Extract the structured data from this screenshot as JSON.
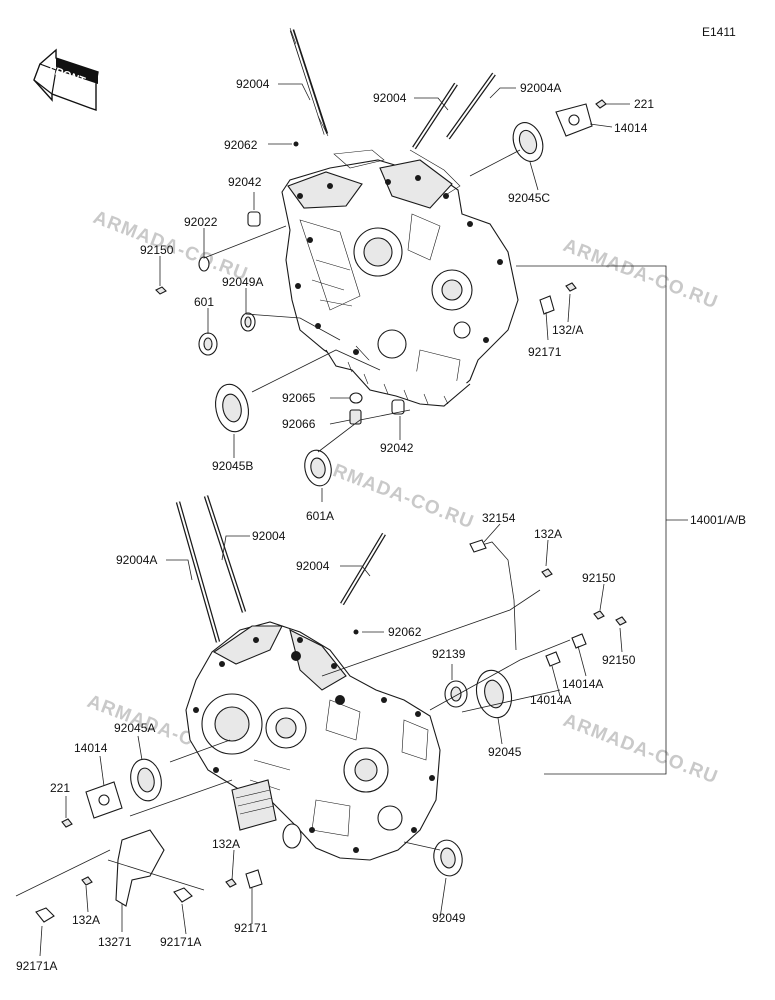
{
  "diagram_code": "E1411",
  "front_label": "FRONT",
  "watermark": "ARMADA-CO.RU",
  "upper_parts": {
    "p1": "92004",
    "p2": "92004",
    "p3": "92004A",
    "p4": "221",
    "p5": "14014",
    "p6": "92062",
    "p7": "92042",
    "p8": "92045C",
    "p9": "92022",
    "p10": "92150",
    "p11": "92049A",
    "p12": "601",
    "p13": "132/A",
    "p14": "92171",
    "p15": "92065",
    "p16": "92066",
    "p17": "92045B",
    "p18": "92042",
    "p19": "601A"
  },
  "lower_parts": {
    "q1": "32154",
    "q2": "132A",
    "q3": "14001/A/B",
    "q4": "92004",
    "q5": "92004A",
    "q6": "92004",
    "q7": "92062",
    "q8": "92150",
    "q9": "92150",
    "q10": "92139",
    "q11": "14014A",
    "q12": "14014A",
    "q13": "92045A",
    "q14": "14014",
    "q15": "92045",
    "q16": "221",
    "q17": "132A",
    "q18": "92049",
    "q19": "132A",
    "q20": "92171",
    "q21": "13271",
    "q22": "92171A",
    "q23": "92171A"
  }
}
